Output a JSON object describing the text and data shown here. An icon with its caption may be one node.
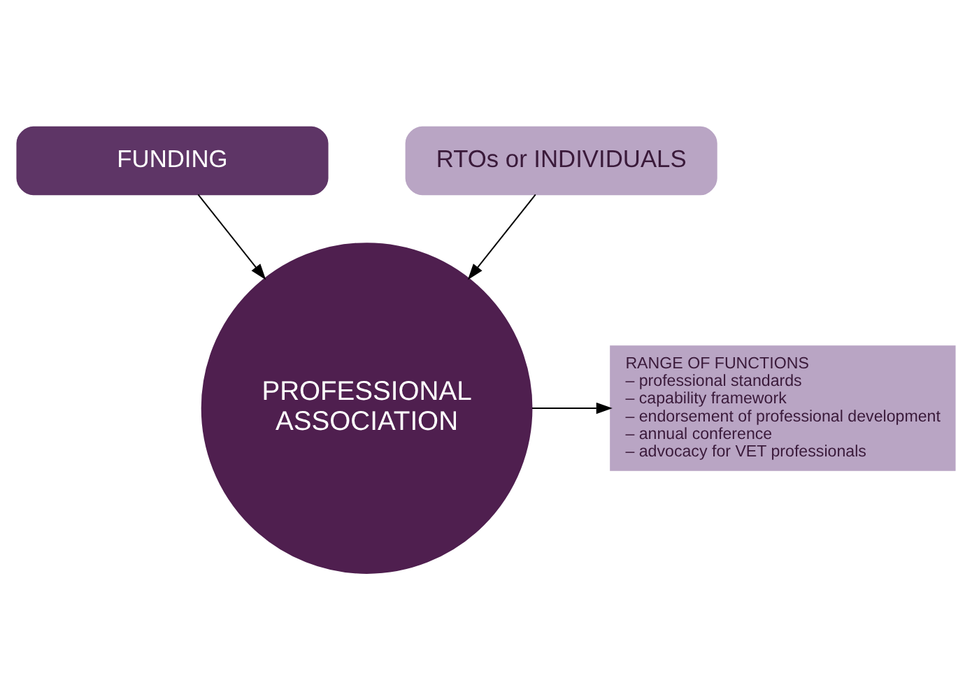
{
  "diagram": {
    "nodes": [
      {
        "text": [
          "FUNDING"
        ]
      },
      {
        "text": [
          "PROFESSIONAL ASSOCIATION"
        ]
      },
      {
        "text": [
          "RTOs or INDIVIDUALS"
        ]
      },
      {
        "text": [
          "RANGE OF FUNCTIONS",
          "– professional standards",
          "– capability framework",
          "– endorsement of professional development",
          "– annual conference",
          "– advocacy for VET professionals"
        ]
      }
    ],
    "edges": [
      {
        "from": 0,
        "to": 1,
        "arrow": "to"
      },
      {
        "from": 2,
        "to": 1,
        "arrow": "to"
      },
      {
        "from": 1,
        "to": 3,
        "arrow": "to"
      }
    ]
  }
}
